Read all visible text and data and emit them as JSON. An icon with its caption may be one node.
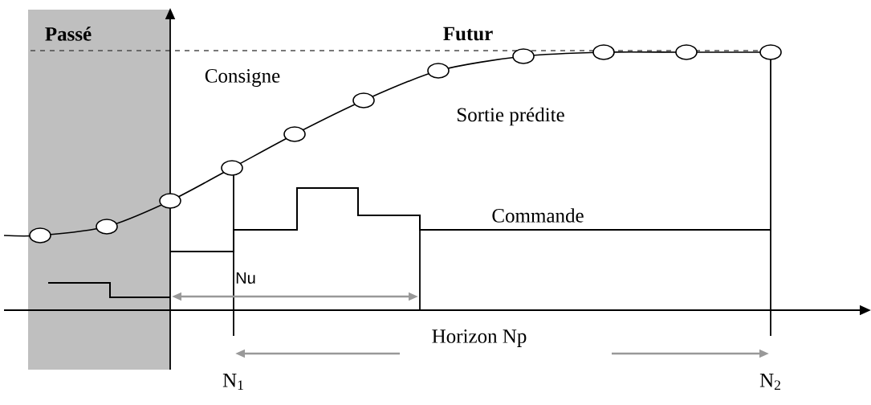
{
  "diagram": {
    "labels": [
      "Passé",
      "Futur",
      "Consigne",
      "Sortie prédite",
      "Commande",
      "Nu",
      "Horizon Np",
      "N$_{1}$",
      "N$_{2}$"
    ]
  }
}
